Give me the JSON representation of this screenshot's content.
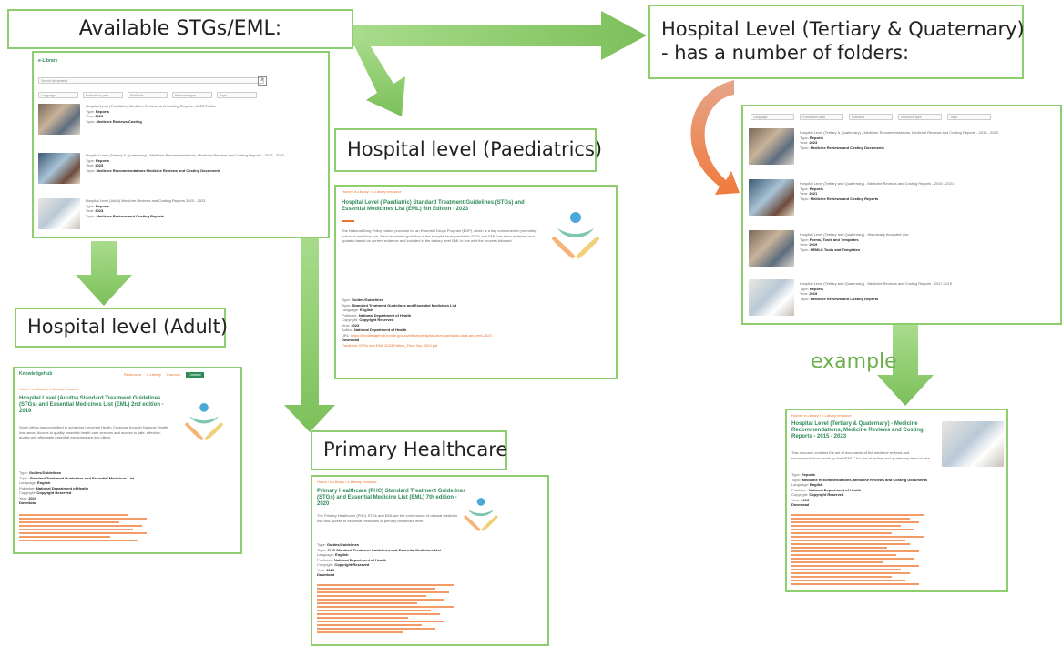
{
  "labels": {
    "available": "Available STGs/EML:",
    "tertiary_line1": "Hospital Level (Tertiary & Quaternary)",
    "tertiary_line2": "- has a number of folders:",
    "paediatrics": "Hospital level (Paediatrics)",
    "adult": "Hospital level (Adult)",
    "primary": "Primary Healthcare",
    "example": "example"
  },
  "colors": {
    "arrow_green": "#8fce6f",
    "curve_orange": "#ee9a6a",
    "link_orange": "#e8742a",
    "heading_green": "#2e8b57"
  },
  "elibrary": {
    "title": "e-Library",
    "search_placeholder": "Search documents",
    "filters": [
      "Language",
      "Publication year",
      "Publisher",
      "Resource type",
      "Topic"
    ],
    "results": [
      {
        "title": "Hospital Level (Paediatric) Medicine Reviews and Costing Reports - 2023 Edition",
        "type": "Reports",
        "year": "2023",
        "topic": "Medicine Reviews Costing"
      },
      {
        "title": "Hospital Level (Tertiary & Quaternary) - Medicine Recommendations, Medicine Reviews and Costing Reports - 2015 - 2023",
        "type": "Reports",
        "year": "2023",
        "topic": "Medicine Recommendations Medicine Reviews and Costing Documents"
      },
      {
        "title": "Hospital Level (Adult) Medicine Reviews and Costing Reports 2020 - 2023",
        "type": "Reports",
        "year": "2023",
        "topic": "Medicine Reviews and Costing Reports"
      }
    ]
  },
  "tertiary_list": {
    "filters": [
      "Language",
      "Publication year",
      "Publisher",
      "Resource type",
      "Topic"
    ],
    "items": [
      {
        "title": "Hospital Level (Tertiary & Quaternary) - Medicine Recommendations, Medicine Reviews and Costing Reports - 2015 - 2023",
        "type": "Reports",
        "year": "2023",
        "topic": "Medicine Reviews and Costing Documents"
      },
      {
        "title": "Hospital Level (Tertiary and Quaternary) - Medicine Reviews and Costing Reports - 2015 - 2021",
        "type": "Reports",
        "year": "2021",
        "topic": "Medicine Reviews and Costing Reports"
      },
      {
        "title": "Hospital Level (Tertiary and Quaternary) - Historically Accepted Use",
        "type": "Forms, Tools and Templates",
        "year": "2019",
        "topic": "NEMLC Tools and Templates"
      },
      {
        "title": "Hospital Level (Tertiary and Quaternary) - Medicine Reviews and Costing Reports - 2017-2019",
        "type": "Reports",
        "year": "2019",
        "topic": "Medicine Reviews and Costing Reports"
      }
    ]
  },
  "paediatric_doc": {
    "breadcrumb": "Home / e-Library / e-Library resource",
    "title": "Hospital Level ( Paediatric) Standard Treatment Guidelines (STGs) and Essential Medicines List (EML) 5th Edition - 2023",
    "body": "The National Drug Policy makes provision for an Essential Drugs Program (EDP), which is a key component in promoting judicious medicine use. Each treatment guideline in the Hospital level paediatric STGs and EML has been reviewed and updated based on current evidence and included in the tertiary level EML in line with the process followed.",
    "type": "Guides/Guidelines",
    "topic": "Standard Treatment Guidelines and Essential Medicines List",
    "language": "English",
    "publisher": "National Department of Health",
    "copyright": "Copyright Reserved",
    "year": "2023",
    "author": "National Department of Health",
    "url": "https://knowledgehub.health.gov.za/elibrary/hospital-level-paediatric-stgs-and-eml-2023",
    "download_label": "Download",
    "download_file": "Paediatric STGs and EML 2023 Edition_Final Sep 2023.pdf"
  },
  "adult_doc": {
    "brand": "KnowledgeHub",
    "nav": [
      "Resources",
      "e-Library",
      "Courses",
      "Contact"
    ],
    "breadcrumb": "Home / e-Library / e-Library resource",
    "title": "Hospital Level (Adults) Standard Treatment Guidelines (STGs) and Essential Medicines List (EML) 2nd edition - 2019",
    "body": "South Africa has committed to achieving Universal Health Coverage through National Health Insurance. Access to quality essential health care services and access to safe, effective, quality and affordable essential medicines are key pillars.",
    "type": "Guides/Guidelines",
    "topic": "Standard Treatment Guidelines and Essential Medicines List",
    "language": "English",
    "publisher": "National Department of Health",
    "copyright": "Copyright Reserved",
    "year": "2019",
    "download_label": "Download"
  },
  "phc_doc": {
    "breadcrumb": "Home / e-Library / e-Library resource",
    "title": "Primary Healthcare (PHC) Standard Treatment Guidelines (STGs) and Essential Medicine List (EML) 7th edition - 2020",
    "body": "The Primary Healthcare (PHC) STGs and EML are the cornerstone of rational medicine use and access to essential medicines at primary healthcare level.",
    "type": "Guides/Guidelines",
    "topic": "PHC Standard Treatment Guidelines and Essential Medicines List",
    "language": "English",
    "publisher": "National Department of Health",
    "copyright": "Copyright Reserved",
    "year": "2020",
    "download_label": "Download"
  },
  "example_doc": {
    "breadcrumb": "Home / e-Library / e-Library resource",
    "title": "Hospital Level (Tertiary & Quaternary) - Medicine Recommendations, Medicine Reviews and Costing Reports - 2015 - 2023",
    "body": "This resource contains the set of documents of the medicine reviews and recommendations made by the NEMLC for use at tertiary and quaternary level of care.",
    "type": "Reports",
    "topic": "Medicine Recommendations, Medicine Reviews and Costing Documents",
    "language": "English",
    "publisher": "National Department of Health",
    "copyright": "Copyright Reserved",
    "year": "2023",
    "download_label": "Download"
  }
}
